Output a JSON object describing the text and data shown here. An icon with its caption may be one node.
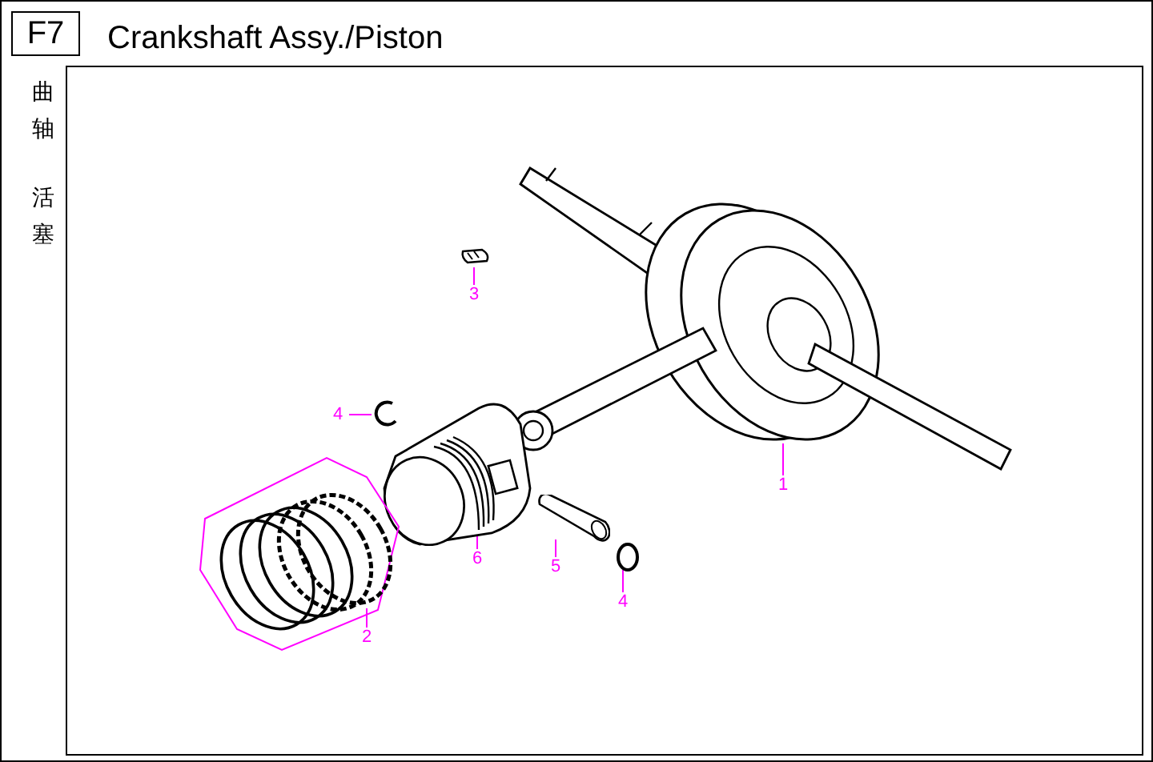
{
  "diagram": {
    "title": "Crankshaft Assy./Piston",
    "nodes": [
      {
        "text": [
          "F7"
        ]
      },
      {
        "text": [
          "3"
        ]
      },
      {
        "text": [],
        "shape": "picture"
      },
      {
        "text": [
          "4"
        ]
      },
      {
        "text": [],
        "shape": "picture"
      },
      {
        "text": [],
        "shape": "picture"
      },
      {
        "text": [
          "1"
        ]
      },
      {
        "text": [],
        "shape": "picture"
      },
      {
        "text": [
          "6"
        ]
      },
      {
        "text": [],
        "shape": "picture"
      },
      {
        "text": [
          "5"
        ]
      },
      {
        "text": [],
        "shape": "picture"
      },
      {
        "text": [
          "4"
        ]
      },
      {
        "text": [],
        "shape": "picture"
      },
      {
        "text": [
          "2"
        ]
      }
    ],
    "edges": [
      {
        "from": 1,
        "to": 2,
        "arrow": "none"
      },
      {
        "from": 3,
        "to": 4,
        "arrow": "none"
      },
      {
        "from": 6,
        "to": 5,
        "arrow": "none"
      },
      {
        "from": 8,
        "to": 7,
        "arrow": "none"
      },
      {
        "from": 10,
        "to": 9,
        "arrow": "none"
      },
      {
        "from": 12,
        "to": 11,
        "arrow": "none"
      },
      {
        "from": 14,
        "to": 13,
        "arrow": "none"
      }
    ],
    "labels": [
      "曲轴",
      "活塞"
    ]
  }
}
